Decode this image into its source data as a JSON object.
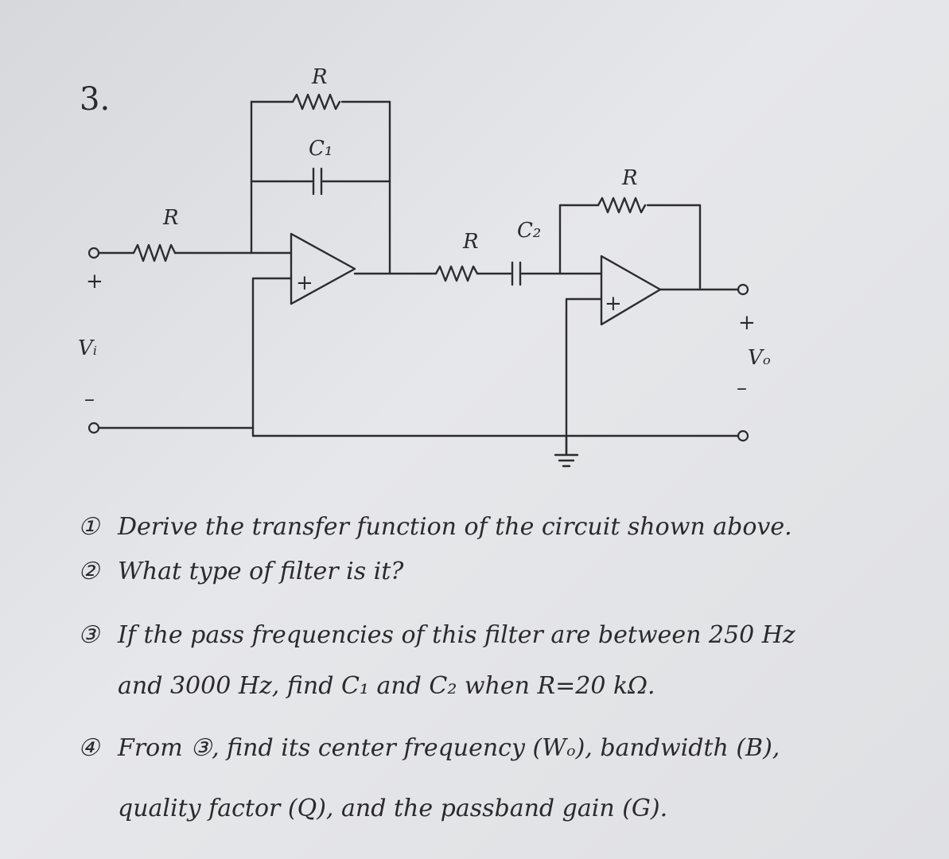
{
  "problem_number": "3.",
  "circuit": {
    "labels": {
      "r_feedback_1": "R",
      "c1": "C₁",
      "r_input": "R",
      "r_stage2": "R",
      "c2": "C₂",
      "r_feedback_2": "R",
      "opamp_plus_1": "+",
      "opamp_plus_2": "+",
      "vi_plus": "+",
      "vi": "Vᵢ",
      "vi_minus": "–",
      "vo_plus": "+",
      "vo": "Vₒ",
      "vo_minus": "–"
    }
  },
  "questions": [
    {
      "marker": "①",
      "text": "Derive the transfer function of the circuit shown above."
    },
    {
      "marker": "②",
      "text": "What type of filter is it?"
    },
    {
      "marker": "③",
      "text": "If the pass frequencies of this filter are between 250 Hz",
      "text2": "and 3000 Hz, find C₁ and C₂ when R=20 kΩ."
    },
    {
      "marker": "④",
      "text": "From ③, find its center frequency (Wₒ), bandwidth (B),",
      "text2": "quality factor (Q), and the passband gain (G)."
    }
  ]
}
